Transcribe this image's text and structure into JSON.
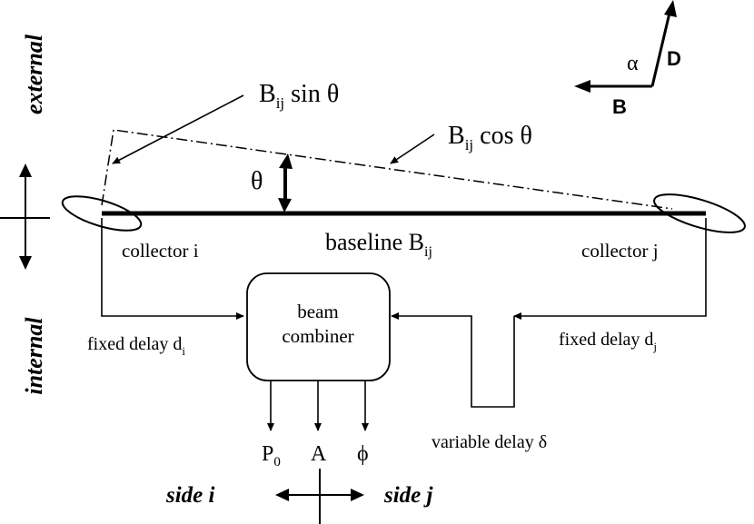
{
  "labels": {
    "external": "external",
    "internal": "internal",
    "b_sin_main": "B",
    "b_sin_sub": "ij",
    "b_sin_tail": " sin θ",
    "b_cos_main": "B",
    "b_cos_sub": "ij",
    "b_cos_tail": " cos θ",
    "theta": "θ",
    "alpha": "α",
    "dir_d": "D",
    "dir_b": "B",
    "baseline_main": "baseline B",
    "baseline_sub": "ij",
    "collector_i": "collector i",
    "collector_j": "collector j",
    "beam_line1": "beam",
    "beam_line2": "combiner",
    "fixed_delay_i_main": "fixed delay d",
    "fixed_delay_i_sub": "i",
    "fixed_delay_j_main": "fixed delay d",
    "fixed_delay_j_sub": "j",
    "variable_delay": "variable delay δ",
    "out_p_main": "P",
    "out_p_sub": "0",
    "out_a": "A",
    "out_phi": "ϕ",
    "side_i": "side i",
    "side_j": "side j"
  }
}
